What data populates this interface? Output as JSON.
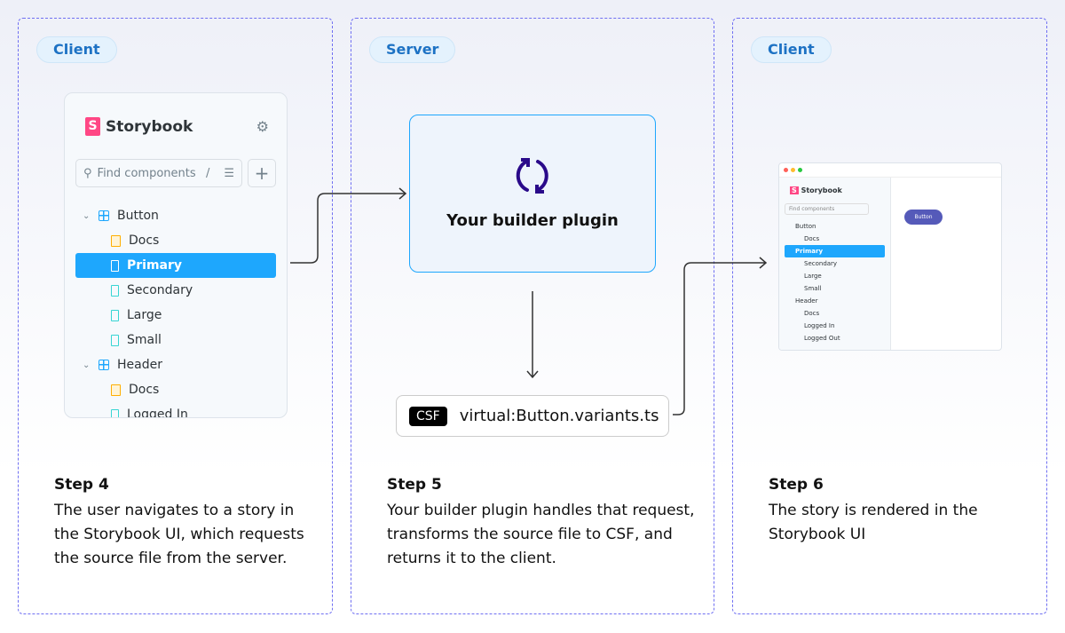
{
  "panels": [
    {
      "badge": "Client",
      "step": "Step 4",
      "text": "The user navigates to a story in the Storybook UI, which requests the source file from the server."
    },
    {
      "badge": "Server",
      "step": "Step 5",
      "text": "Your builder plugin handles that request, transforms the source file to CSF, and returns it to the client."
    },
    {
      "badge": "Client",
      "step": "Step 6",
      "text": "The story is rendered in the Storybook UI"
    }
  ],
  "storybook": {
    "brand": "Storybook",
    "logo_letter": "S",
    "search_placeholder": "Find components",
    "search_shortcut": "/",
    "tree": [
      {
        "label": "Button",
        "type": "component"
      },
      {
        "label": "Docs",
        "type": "docs"
      },
      {
        "label": "Primary",
        "type": "story",
        "selected": true
      },
      {
        "label": "Secondary",
        "type": "story"
      },
      {
        "label": "Large",
        "type": "story"
      },
      {
        "label": "Small",
        "type": "story"
      },
      {
        "label": "Header",
        "type": "component"
      },
      {
        "label": "Docs",
        "type": "docs"
      },
      {
        "label": "Logged In",
        "type": "story"
      },
      {
        "label": "Logged Out",
        "type": "story"
      }
    ]
  },
  "plugin": {
    "title": "Your builder plugin",
    "icon": "sync-icon"
  },
  "file": {
    "tag": "CSF",
    "name": "virtual:Button.variants.ts"
  },
  "preview": {
    "button_label": "Button"
  },
  "colors": {
    "accent": "#1ea7fd",
    "dash": "#6f6ff2",
    "plugin_icon": "#2a0a8a",
    "preview_button": "#555ab9"
  }
}
